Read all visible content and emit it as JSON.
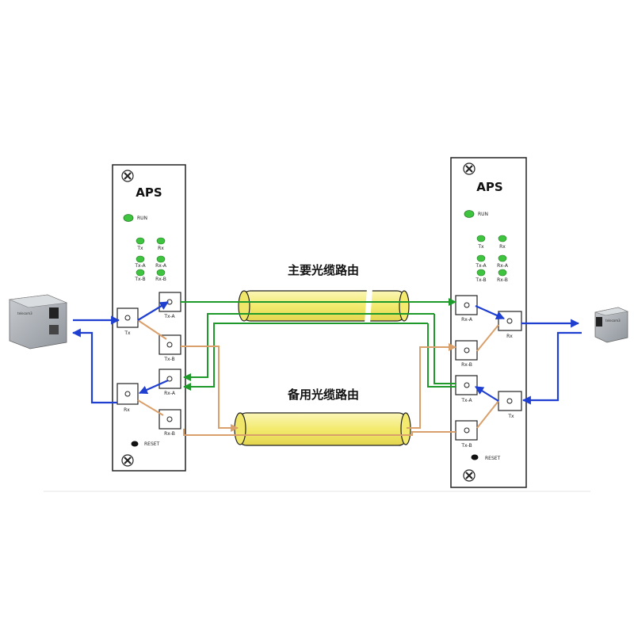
{
  "left_unit": {
    "title": "APS",
    "run_label": "RUN",
    "led_labels": [
      "Tx",
      "Rx",
      "Tx-A",
      "Rx-A",
      "Tx-B",
      "Rx-B"
    ],
    "ports": {
      "tx": "Tx",
      "rx": "Rx",
      "tx_a": "Tx-A",
      "tx_b": "Tx-B",
      "rx_a": "Rx-A",
      "rx_b": "Rx-B"
    },
    "reset_label": "RESET"
  },
  "right_unit": {
    "title": "APS",
    "run_label": "RUN",
    "led_labels": [
      "Tx",
      "Rx",
      "Tx-A",
      "Rx-A",
      "Tx-B",
      "Rx-B"
    ],
    "ports": {
      "rx_a": "Rx-A",
      "rx_b": "Rx-B",
      "tx_a": "Tx-A",
      "tx_b": "Tx-B",
      "rx": "Rx",
      "tx": "Tx"
    },
    "reset_label": "RESET"
  },
  "routes": {
    "primary": "主要光缆路由",
    "backup": "备用光缆路由"
  },
  "colors": {
    "green_line": "#1e9a2a",
    "tan_line": "#d9a06b",
    "blue_line": "#1f3fd0",
    "cable_fill": "#f5f08a",
    "led_green": "#3ec43e"
  },
  "left_device": {
    "brand": "telecom3"
  },
  "right_device": {
    "brand": "telecom3"
  }
}
